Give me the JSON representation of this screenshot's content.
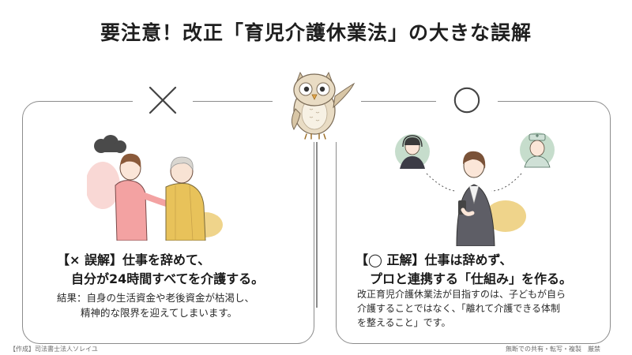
{
  "title": "要注意！改正「育児介護休業法」の大きな誤解",
  "left": {
    "mark": "x-mark-icon",
    "heading_line1": "【× 誤解】仕事を辞めて、",
    "heading_line2": "自分が24時間すべてを介護する。",
    "body_line1": "結果：自身の生活資金や老後資金が枯渇し、",
    "body_line2": "精神的な限界を迎えてしまいます。"
  },
  "right": {
    "mark": "circle-mark-icon",
    "heading_line1": "【◯ 正解】仕事は辞めず、",
    "heading_line2": "プロと連携する「仕組み」を作る。",
    "body_line1": "改正育児介護休業法が目指すのは、子どもが自ら",
    "body_line2": "介護することではなく、「離れて介護できる体制",
    "body_line3": "を整えること」です。"
  },
  "footer": {
    "credit": "【作成】司法書士法人ソレイユ",
    "notice": "無断での共有・転写・複製　厳禁"
  },
  "colors": {
    "panel_border": "#8c8c8c",
    "accent_pink": "#f3a2a2",
    "accent_yellow": "#e0b744",
    "accent_green": "#a8cbb0"
  }
}
